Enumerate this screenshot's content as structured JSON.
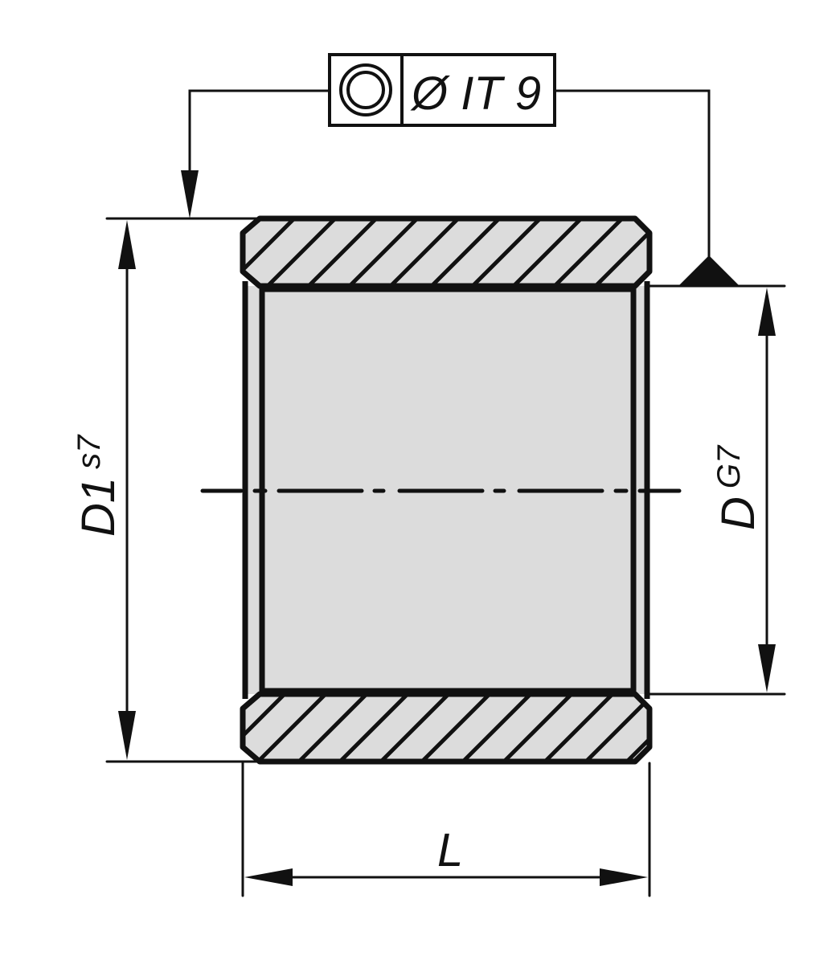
{
  "drawing": {
    "title": "Bushing cross-section",
    "colors": {
      "line": "#111111",
      "fill": "#dcdcdc",
      "background": "#ffffff"
    },
    "tolerance_frame": {
      "symbol": "concentricity-icon",
      "value": "Ø IT 9"
    },
    "dimensions": {
      "outer_diameter": {
        "label": "D1",
        "tolerance": "s7"
      },
      "inner_diameter": {
        "label": "D",
        "tolerance": "G7"
      },
      "length": {
        "label": "L"
      }
    }
  }
}
